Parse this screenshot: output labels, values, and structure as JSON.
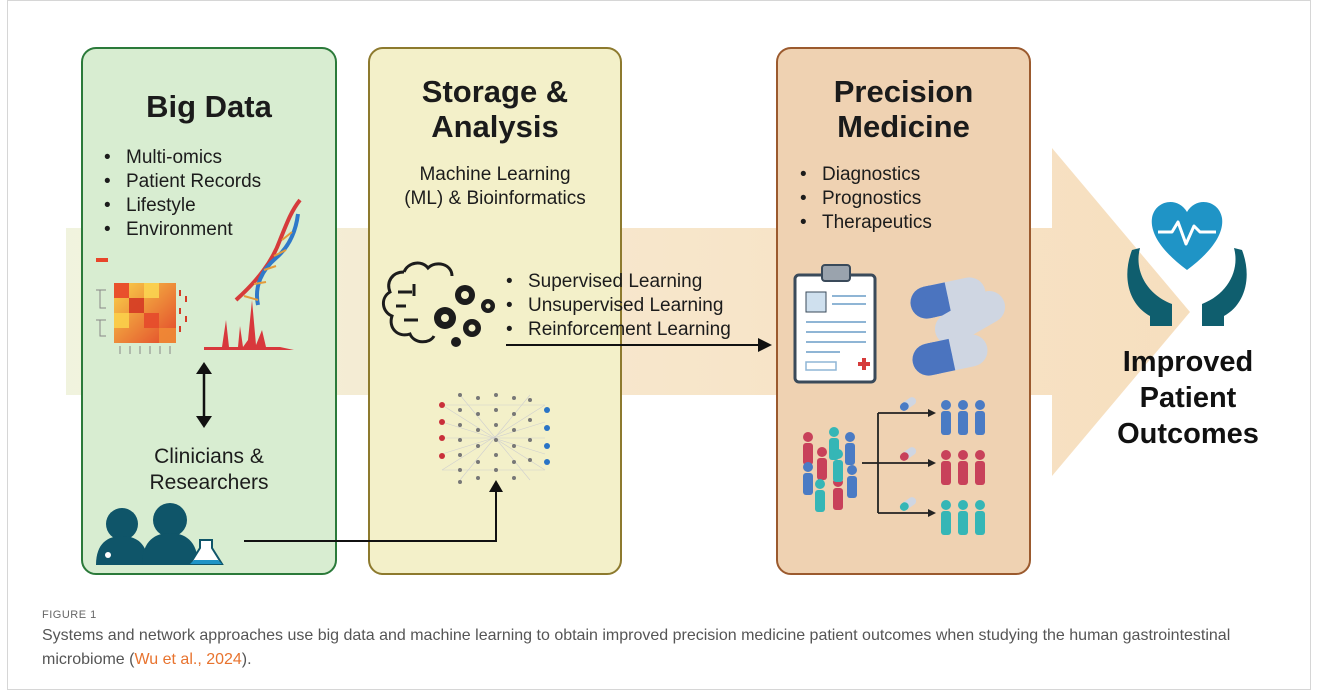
{
  "big_data": {
    "title": "Big Data",
    "items": [
      "Multi-omics",
      "Patient Records",
      "Lifestyle",
      "Environment"
    ],
    "people_label_line1": "Clinicians &",
    "people_label_line2": "Researchers"
  },
  "storage": {
    "title_line1": "Storage &",
    "title_line2": "Analysis",
    "sub_line1": "Machine Learning",
    "sub_line2": "(ML) & Bioinformatics",
    "items": [
      "Supervised Learning",
      "Unsupervised Learning",
      "Reinforcement Learning"
    ]
  },
  "precision": {
    "title_line1": "Precision",
    "title_line2": "Medicine",
    "items": [
      "Diagnostics",
      "Prognostics",
      "Therapeutics"
    ]
  },
  "outcome": {
    "line1": "Improved",
    "line2": "Patient",
    "line3": "Outcomes"
  },
  "caption": {
    "label": "FIGURE 1",
    "text": "Systems and network approaches use big data and machine learning to obtain improved precision medicine patient outcomes when studying the human gastrointestinal microbiome (",
    "citation": "Wu et al., 2024",
    "end": ")."
  },
  "colors": {
    "green_panel": "#d6ecd0",
    "yellow_panel": "#f3f0c8",
    "orange_panel": "#f0d3b4",
    "heart_blue": "#1f94c6",
    "hands_teal": "#0f5e6e",
    "citation": "#e8732e"
  }
}
